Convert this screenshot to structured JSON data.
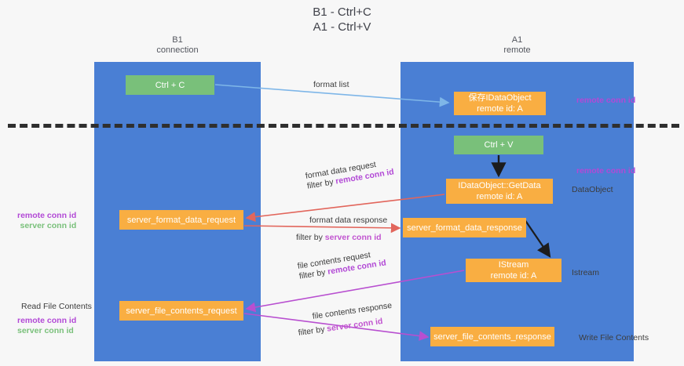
{
  "title": {
    "line1": "B1 - Ctrl+C",
    "line2": "A1 - Ctrl+V"
  },
  "lanes": [
    {
      "id": "b1",
      "name": "B1",
      "role": "connection",
      "color": "#4a7fd4"
    },
    {
      "id": "a1",
      "name": "A1",
      "role": "remote",
      "color": "#4a7fd4"
    }
  ],
  "nodes": {
    "ctrl_c": "Ctrl + C",
    "save_dataobject_l1": "保存IDataObject",
    "save_dataobject_l2": "remote id: A",
    "ctrl_v": "Ctrl + V",
    "getdata_l1": "IDataObject::GetData",
    "getdata_l2": "remote id: A",
    "server_format_data_request": "server_format_data_request",
    "server_format_data_response": "server_format_data_response",
    "istream_l1": "IStream",
    "istream_l2": "remote id: A",
    "server_file_contents_request": "server_file_contents_request",
    "server_file_contents_response": "server_file_contents_response"
  },
  "flow_labels": {
    "format_list": "format list",
    "format_data_request": "format data request",
    "format_data_request_filter_prefix": "filter by ",
    "format_data_request_filter_key": "remote conn id",
    "format_data_response": "format data response",
    "format_data_response_filter_prefix": "filter by ",
    "format_data_response_filter_key": "server conn id",
    "file_contents_request": "file contents request",
    "file_contents_request_filter_prefix": "filter by ",
    "file_contents_request_filter_key": "remote conn id",
    "file_contents_response": "file contents response",
    "file_contents_response_filter_prefix": "filter by ",
    "file_contents_response_filter_key": "server conn id"
  },
  "annotations": {
    "remote_conn_id_top": "remote conn id",
    "remote_conn_id_mid": "remote conn id",
    "dataobject": "DataObject",
    "istream": "Istream",
    "write_file_contents": "Write File Contents",
    "read_file_contents": "Read File Contents",
    "left_remote_conn_id_mid": "remote conn id",
    "left_server_conn_id_mid": "server conn id",
    "left_remote_conn_id_bottom": "remote conn id",
    "left_server_conn_id_bottom": "server conn id"
  },
  "colors": {
    "lane": "#4a7fd4",
    "green_node": "#79c07a",
    "orange_node": "#f9ae42",
    "remote_key": "#b249d6",
    "server_key_green": "#79c07a",
    "arrow_blue": "#7eb6e8",
    "arrow_red": "#e2665c",
    "arrow_purple": "#b84fd0",
    "arrow_black": "#1c1c1c",
    "divider": "#2f2f2f",
    "background": "#f7f7f7"
  }
}
